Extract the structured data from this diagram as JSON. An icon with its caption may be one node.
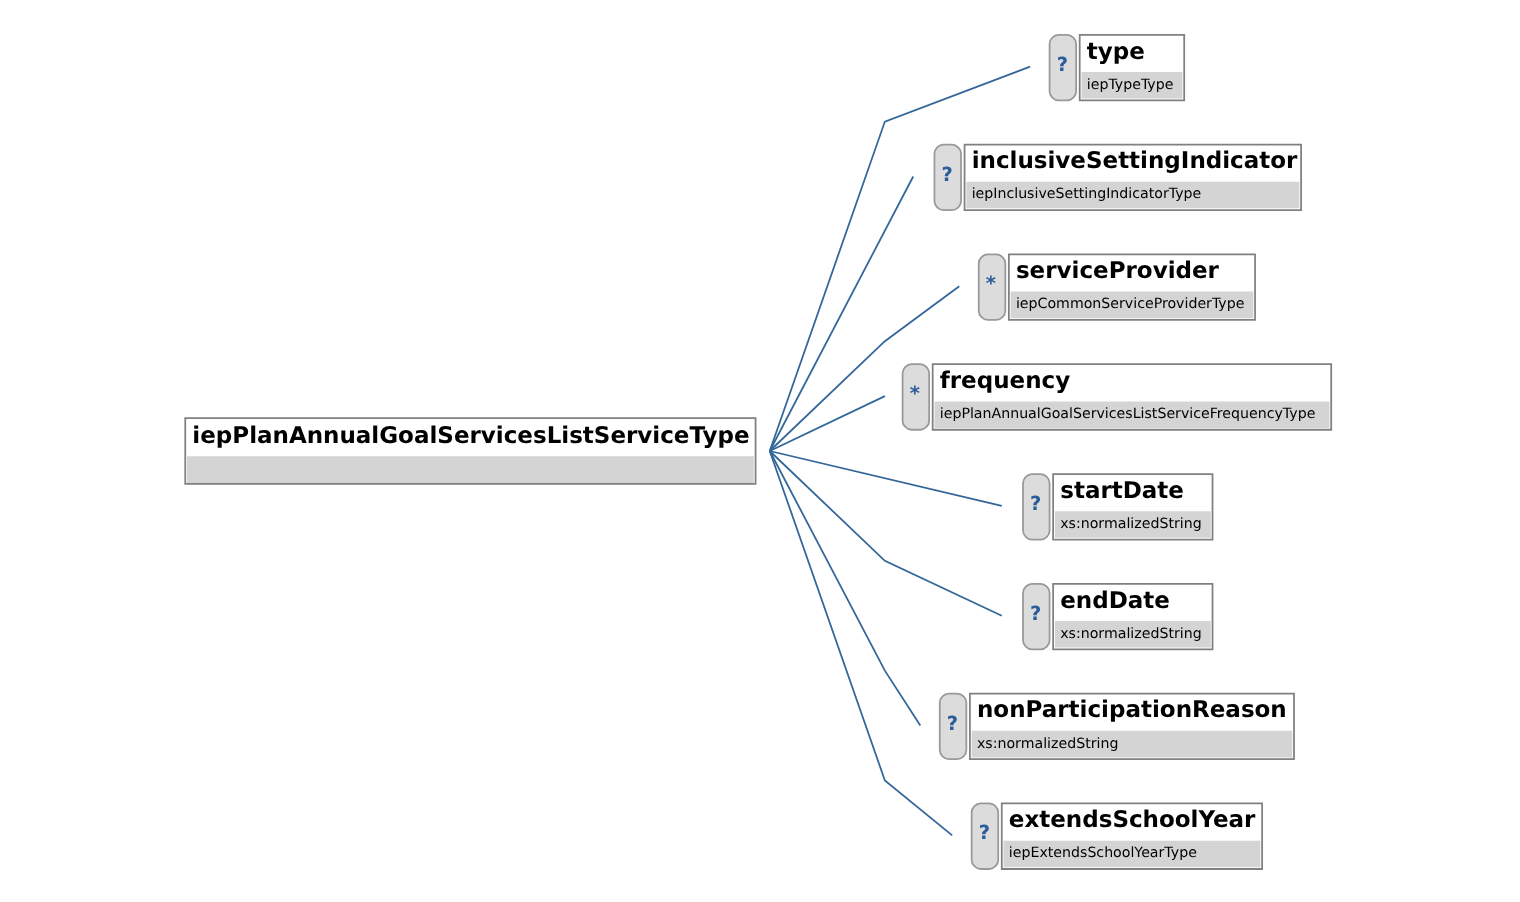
{
  "diagram": {
    "nodes": [
      {
        "text": [
          "iepPlanAnnualGoalServicesListServiceType"
        ]
      },
      {
        "text": [
          "type",
          "iepTypeType"
        ],
        "beside": [
          "?"
        ]
      },
      {
        "text": [
          "inclusiveSettingIndicator",
          "iepInclusiveSettingIndicatorType"
        ],
        "beside": [
          "?"
        ]
      },
      {
        "text": [
          "serviceProvider",
          "iepCommonServiceProviderType"
        ],
        "beside": [
          "*"
        ]
      },
      {
        "text": [
          "frequency",
          "iepPlanAnnualGoalServicesListServiceFrequencyType"
        ],
        "beside": [
          "*"
        ]
      },
      {
        "text": [
          "startDate",
          "xs:normalizedString"
        ],
        "beside": [
          "?"
        ]
      },
      {
        "text": [
          "endDate",
          "xs:normalizedString"
        ],
        "beside": [
          "?"
        ]
      },
      {
        "text": [
          "nonParticipationReason",
          "xs:normalizedString"
        ],
        "beside": [
          "?"
        ]
      },
      {
        "text": [
          "extendsSchoolYear",
          "iepExtendsSchoolYearType"
        ],
        "beside": [
          "?"
        ]
      }
    ],
    "edges": [
      {
        "from": 0,
        "to": 1,
        "arrow": "none"
      },
      {
        "from": 0,
        "to": 2,
        "arrow": "none"
      },
      {
        "from": 0,
        "to": 3,
        "arrow": "none"
      },
      {
        "from": 0,
        "to": 4,
        "arrow": "none"
      },
      {
        "from": 0,
        "to": 5,
        "arrow": "none"
      },
      {
        "from": 0,
        "to": 6,
        "arrow": "none"
      },
      {
        "from": 0,
        "to": 7,
        "arrow": "none"
      },
      {
        "from": 0,
        "to": 8,
        "arrow": "none"
      }
    ]
  }
}
